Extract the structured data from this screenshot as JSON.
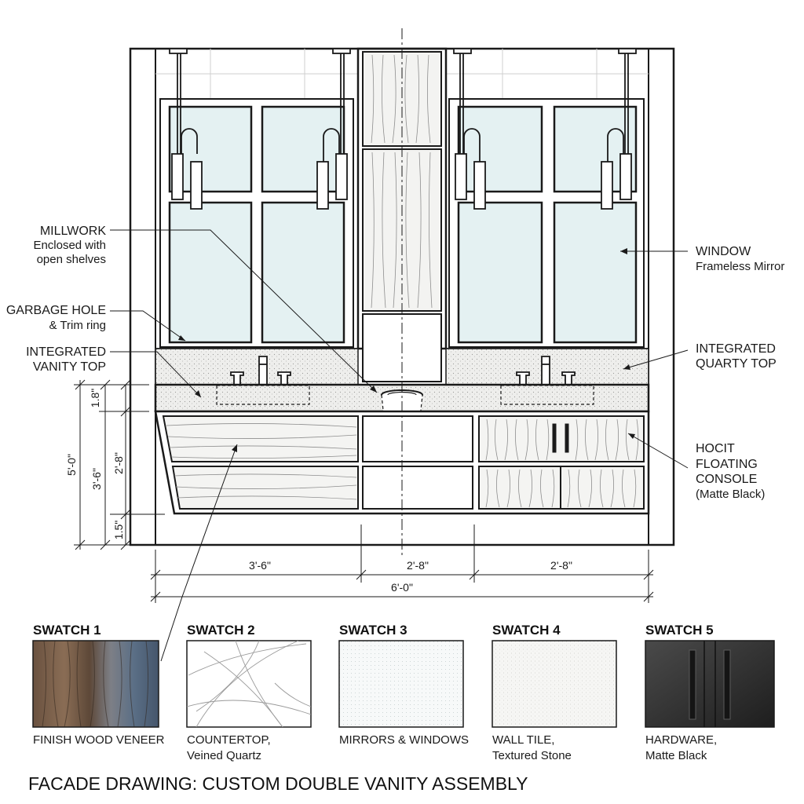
{
  "title": "FACADE DRAWING: CUSTOM DOUBLE VANITY ASSEMBLY",
  "callouts": {
    "millwork": {
      "line1": "MILLWORK",
      "line2": "Enclosed with",
      "line3": "open shelves"
    },
    "garbage": {
      "line1": "GARBAGE HOLE",
      "line2": "& Trim ring"
    },
    "vanity_top": {
      "line1": "INTEGRATED",
      "line2": "VANITY TOP"
    },
    "window": {
      "line1": "WINDOW",
      "line2": "Frameless Mirror"
    },
    "quarty_top": {
      "line1": "INTEGRATED",
      "line2": "QUARTY TOP"
    },
    "console": {
      "line1": "HOCIT",
      "line2": "FLOATING",
      "line3": "CONSOLE",
      "line4": "(Matte Black)"
    }
  },
  "dimensions": {
    "vertical": {
      "overall": "5'-0\"",
      "cabinet": "3'-6\"",
      "upper": "2'-8\"",
      "top": "1.8\"",
      "base": "1.5\""
    },
    "horizontal": {
      "left": "3'-6\"",
      "center": "2'-8\"",
      "right": "2'-8\"",
      "overall": "6'-0\""
    }
  },
  "swatches": [
    {
      "title": "SWATCH 1",
      "line1": "FINISH WOOD VENEER",
      "line2": ""
    },
    {
      "title": "SWATCH 2",
      "line1": "COUNTERTOP,",
      "line2": "Veined Quartz"
    },
    {
      "title": "SWATCH 3",
      "line1": "MIRRORS & WINDOWS",
      "line2": ""
    },
    {
      "title": "SWATCH 4",
      "line1": "WALL TILE,",
      "line2": "Textured Stone"
    },
    {
      "title": "SWATCH 5",
      "line1": "HARDWARE,",
      "line2": "Matte Black"
    }
  ],
  "colors": {
    "line": "#1a1a1a",
    "glass": "#e4f1f2",
    "stone": "#e9e9e7",
    "hardware": "#2e2e2e",
    "wood_dark": "#5a4636",
    "wood_blue": "#5b6f86"
  }
}
